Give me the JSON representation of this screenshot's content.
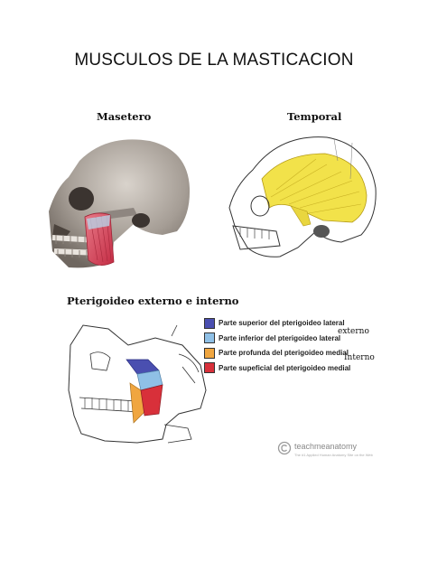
{
  "document": {
    "title": "MUSCULOS DE LA MASTICACION",
    "sections": {
      "masetero": "Masetero",
      "temporal": "Temporal",
      "pterigoideo": "Pterigoideo externo e interno"
    },
    "legend": [
      {
        "label": "Parte superior del pterigoideo lateral",
        "color": "#4a4fb0"
      },
      {
        "label": "Parte inferior del pterigoideo lateral",
        "color": "#8fc0e6"
      },
      {
        "label": "Parte profunda del pterigoideo medial",
        "color": "#f0a640"
      },
      {
        "label": "Parte supeficial del pterigoideo medial",
        "color": "#d8303a"
      }
    ],
    "notes": {
      "externo": "externo",
      "interno": "Interno"
    },
    "watermark": {
      "brand": "teachmeanatomy",
      "tagline": "The #1 Applied Human Anatomy Site on the Web"
    }
  }
}
